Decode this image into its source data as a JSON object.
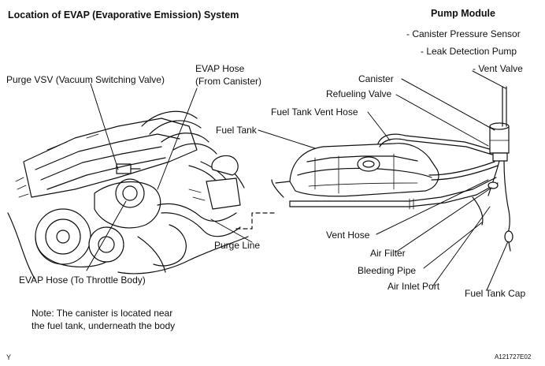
{
  "title": "Location of EVAP (Evaporative Emission) System",
  "pump_module": {
    "heading": "Pump Module",
    "items": [
      "- Canister Pressure Sensor",
      "- Leak Detection  Pump",
      "- Vent Valve"
    ]
  },
  "labels": {
    "purge_vsv": "Purge VSV (Vacuum Switching Valve)",
    "evap_hose_canister_1": "EVAP Hose",
    "evap_hose_canister_2": "(From Canister)",
    "canister": "Canister",
    "refueling_valve": "Refueling Valve",
    "fuel_tank_vent_hose": "Fuel Tank Vent Hose",
    "fuel_tank": "Fuel Tank",
    "purge_line": "Purge Line",
    "evap_hose_throttle": "EVAP Hose (To Throttle Body)",
    "vent_hose": "Vent Hose",
    "air_filter": "Air Filter",
    "bleeding_pipe": "Bleeding Pipe",
    "air_inlet_port": "Air Inlet Port",
    "fuel_tank_cap": "Fuel Tank Cap"
  },
  "note": {
    "line1": "Note: The canister is located near",
    "line2": "the fuel tank, underneath the body"
  },
  "corner_left": "Y",
  "figure_code": "A121727E02"
}
